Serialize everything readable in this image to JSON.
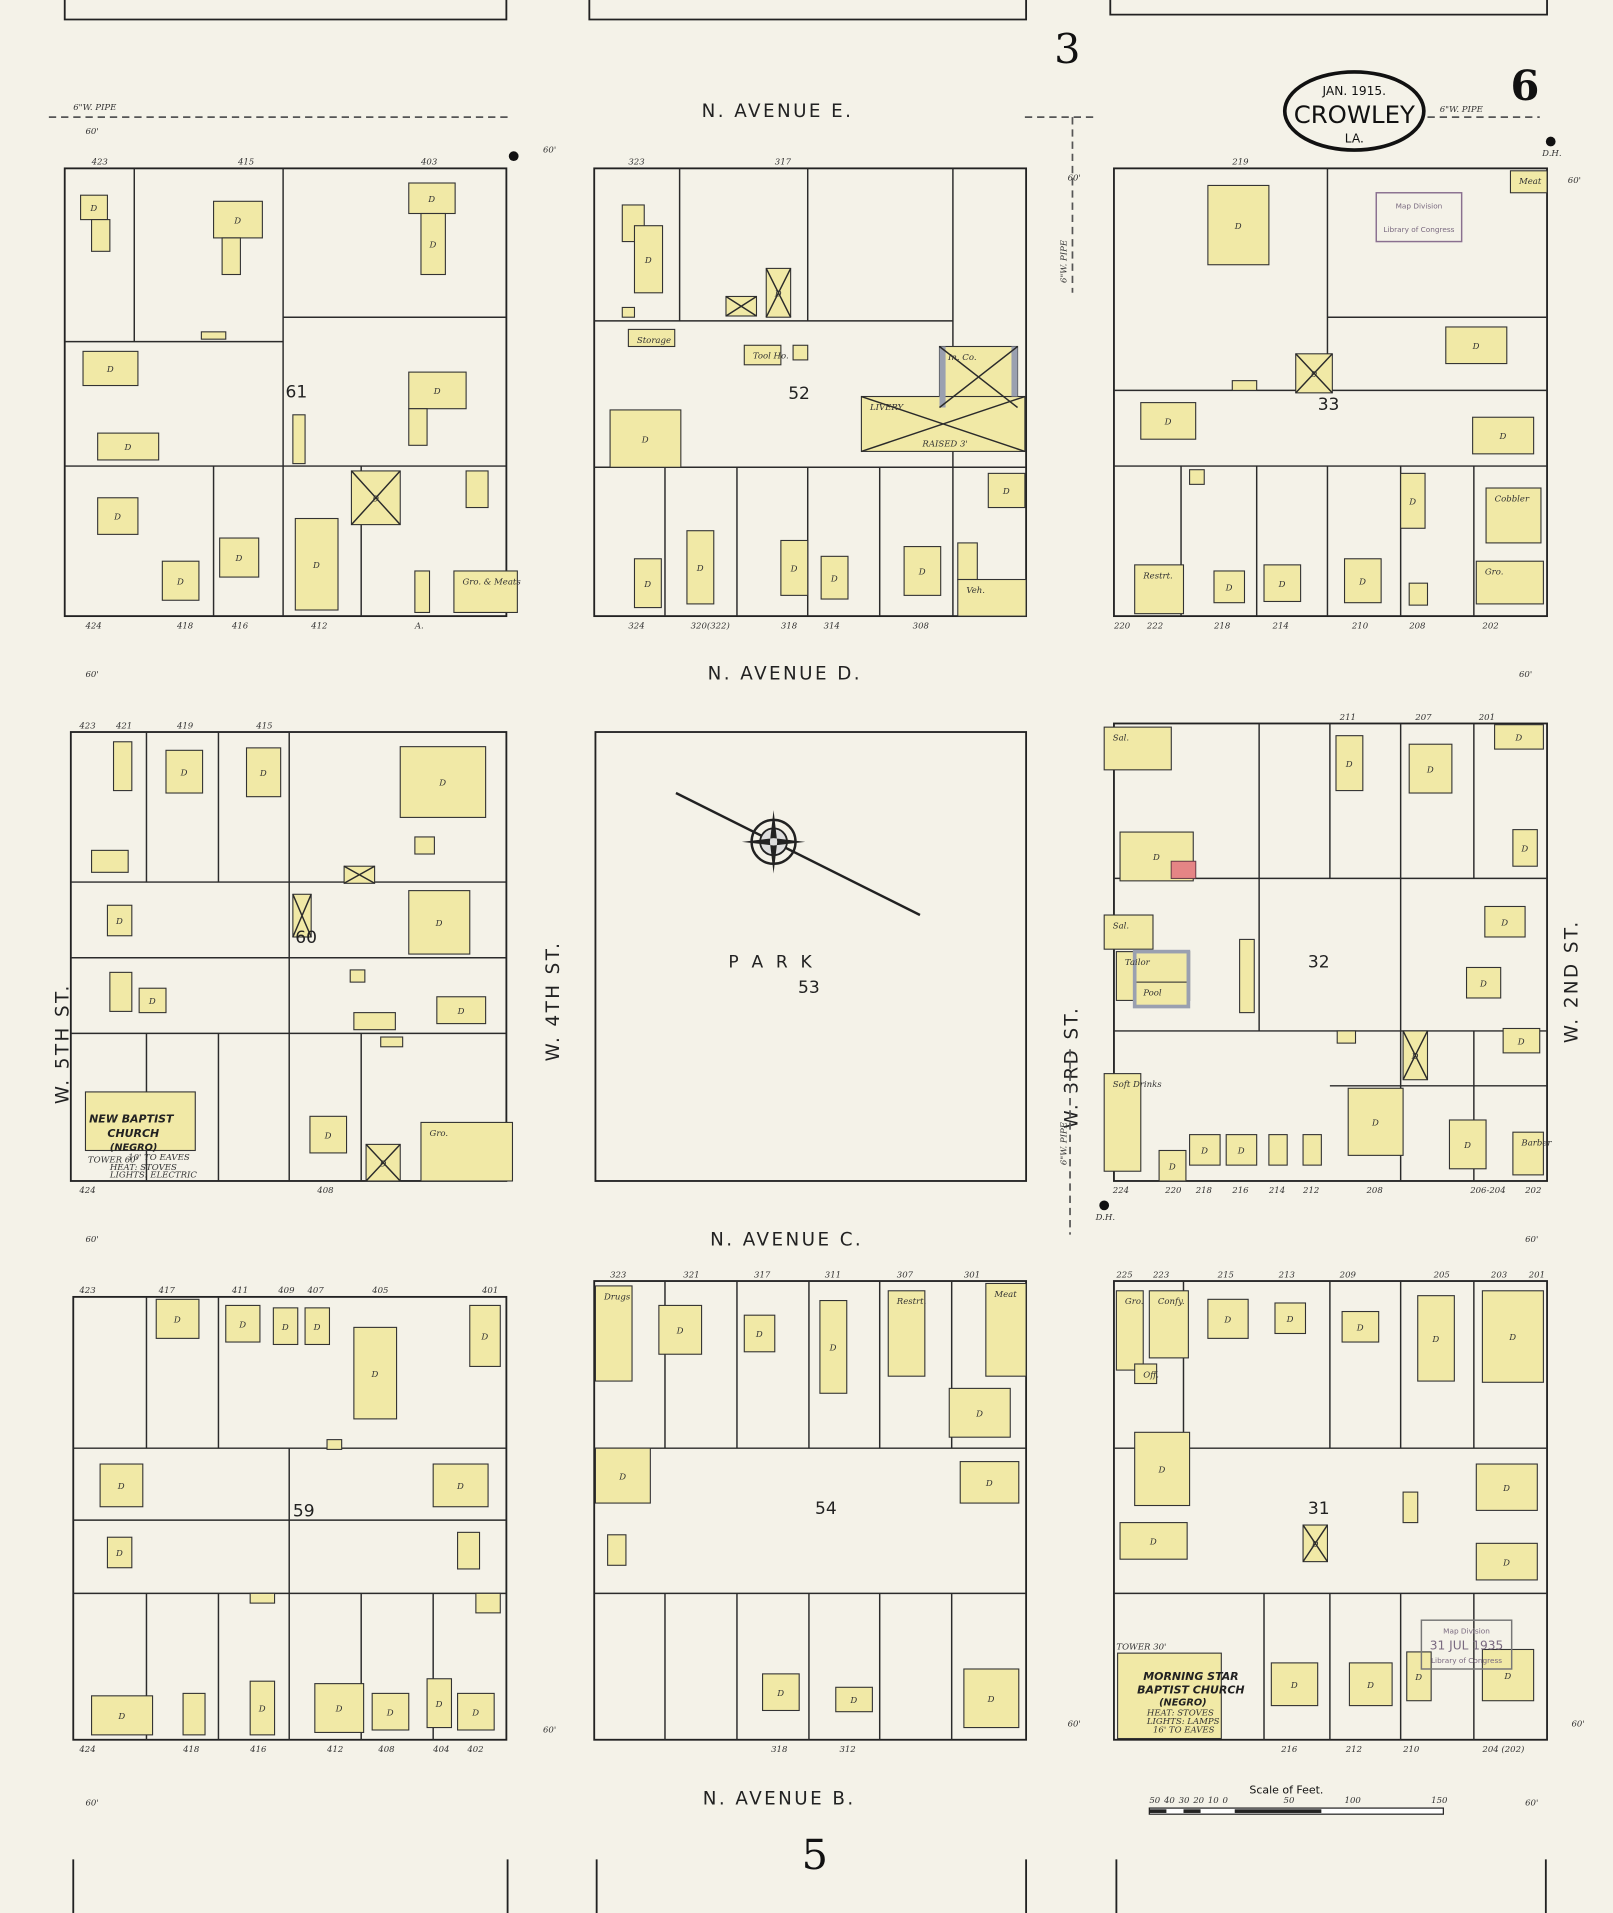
{
  "title": {
    "date": "JAN. 1915.",
    "city": "CROWLEY",
    "state": "LA."
  },
  "sheet_number": "6",
  "adjacent_sheets": {
    "north": "3",
    "south": "5"
  },
  "streets": {
    "avenue_e": "N. AVENUE  E.",
    "avenue_d": "N. AVENUE  D.",
    "avenue_c": "N. AVENUE  C.",
    "avenue_b": "N. AVENUE  B.",
    "w5th": "W. 5TH ST.",
    "w4th": "W. 4TH ST.",
    "w3rd": "W. 3RD ST.",
    "w2nd": "W. 2ND ST."
  },
  "pipe_labels": {
    "w_pipe": "6\"W. PIPE",
    "w_pipe_b": "6\"W. PIPE",
    "w_pipe_c": "6\"W. PIPE",
    "w_pipe_d": "6\"W. PIPE"
  },
  "street_width": "60'",
  "hydrant_label": "D.H.",
  "blocks": {
    "b61": {
      "number": "61",
      "top": [
        "423",
        "415",
        "403"
      ],
      "bottom": [
        "424",
        "418",
        "416",
        "412",
        "A."
      ]
    },
    "b52": {
      "number": "52",
      "top": [
        "323",
        "317"
      ],
      "bottom": [
        "324",
        "320(322)",
        "318",
        "314",
        "308"
      ]
    },
    "b33": {
      "number": "33",
      "top": [
        "219"
      ],
      "bottom": [
        "220",
        "222",
        "218",
        "214",
        "210",
        "208",
        "202"
      ]
    },
    "b60": {
      "number": "60",
      "top": [
        "423",
        "421",
        "419",
        "415"
      ],
      "bottom": [
        "424",
        "408"
      ]
    },
    "b53": {
      "number": "53",
      "label": "P A R K"
    },
    "b32": {
      "number": "32",
      "top": [
        "211",
        "207",
        "201"
      ],
      "bottom": [
        "224",
        "220",
        "218",
        "216",
        "214",
        "212",
        "208",
        "206-204",
        "202"
      ]
    },
    "b59": {
      "number": "59",
      "top": [
        "423",
        "417",
        "411",
        "409",
        "407",
        "405",
        "401"
      ],
      "bottom": [
        "424",
        "418",
        "416",
        "412",
        "408",
        "404",
        "402"
      ]
    },
    "b54": {
      "number": "54",
      "top": [
        "323",
        "321",
        "317",
        "311",
        "307",
        "301"
      ],
      "bottom": [
        "318",
        "312"
      ]
    },
    "b31": {
      "number": "31",
      "top": [
        "225",
        "223",
        "215",
        "213",
        "209",
        "205",
        "203",
        "201"
      ],
      "bottom": [
        "216",
        "212",
        "210",
        "204 (202)"
      ]
    }
  },
  "building_labels": {
    "storage": "Storage",
    "tool_ho": "Tool Ho.",
    "livery": "LIVERY",
    "in_co": "In. Co.",
    "raised": "RAISED 3'",
    "veh": "Veh.",
    "gro_meats": "Gro. & Meats",
    "restrt": "Restrt.",
    "cobbler": "Cobbler",
    "gro": "Gro.",
    "meat": "Meat",
    "sal": "Sal.",
    "tailor": "Tailor",
    "pool": "Pool",
    "soft_drinks": "Soft Drinks",
    "drugs": "Drugs",
    "gro2": "Gro.",
    "restrt2": "Restrt.",
    "meat2": "Meat",
    "confy": "Confy.",
    "off": "Off.",
    "barber": "Barber"
  },
  "churches": {
    "new_baptist": {
      "name": [
        "NEW BAPTIST",
        "CHURCH",
        "(NEGRO)"
      ],
      "notes": [
        "TOWER 60'",
        "10' TO EAVES",
        "HEAT: STOVES",
        "LIGHTS: ELECTRIC"
      ]
    },
    "morning_star": {
      "name": [
        "MORNING STAR",
        "BAPTIST CHURCH",
        "(NEGRO)"
      ],
      "notes": [
        "HEAT: STOVES",
        "LIGHTS: LAMPS",
        "16' TO EAVES",
        "TOWER 30'"
      ]
    }
  },
  "stamps": [
    {
      "lines": [
        "Map Division",
        "Library of Congress"
      ]
    },
    {
      "lines": [
        "Map Division",
        "31 JUL 1935",
        "Library of Congress"
      ]
    }
  ],
  "scale": {
    "title": "Scale of Feet.",
    "ticks": [
      "50",
      "40",
      "30",
      "20",
      "10",
      "0",
      "50",
      "100",
      "150"
    ]
  },
  "colors": {
    "paper": "#f4f2e8",
    "frame_building": "#f1e9a6",
    "brick_fireproof": "#e05a78",
    "stone_iron": "#9aa0b0"
  }
}
